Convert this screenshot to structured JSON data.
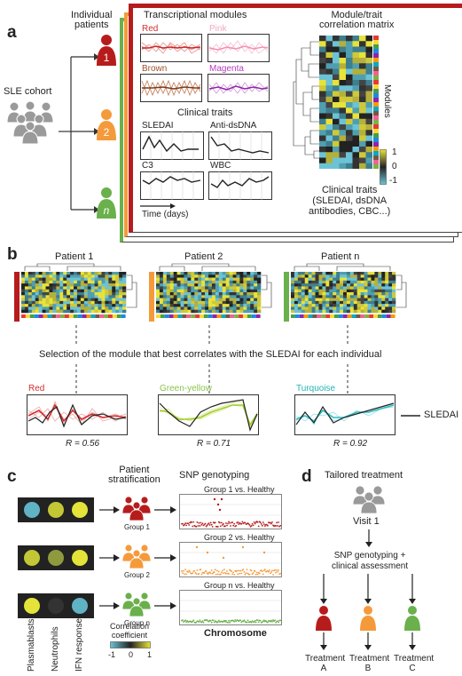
{
  "panel_a": {
    "letter": "a",
    "cohort_label": "SLE cohort",
    "patients_label": "Individual\npatients",
    "patient_ids": [
      "1",
      "2",
      "n"
    ],
    "modules_title": "Transcriptional modules",
    "modules": [
      {
        "name": "Red",
        "color": "#d32f2f"
      },
      {
        "name": "Pink",
        "color": "#f2a6c4"
      },
      {
        "name": "Brown",
        "color": "#a0522d"
      },
      {
        "name": "Magenta",
        "color": "#b73dbf"
      }
    ],
    "traits_title": "Clinical traits",
    "traits": [
      "SLEDAI",
      "Anti-dsDNA",
      "C3",
      "WBC"
    ],
    "time_label": "Time (days)",
    "matrix_title": "Module/trait\ncorrelation matrix",
    "modules_axis": "Modules",
    "scale_ticks": [
      "1",
      "0",
      "-1"
    ],
    "matrix_caption": "Clinical traits\n(SLEDAI, dsDNA\nantibodies, CBC...)"
  },
  "panel_b": {
    "letter": "b",
    "patients": [
      {
        "name": "Patient 1",
        "color": "#b71c1c"
      },
      {
        "name": "Patient 2",
        "color": "#f59a3b"
      },
      {
        "name": "Patient n",
        "color": "#6ab04c"
      }
    ],
    "selection_text": "Selection of the module that best correlates with the SLEDAI for each individual",
    "modules": [
      {
        "name": "Red",
        "color": "#d32f2f",
        "r": "R = 0.56"
      },
      {
        "name": "Green-yellow",
        "color": "#9ccc35",
        "r": "R = 0.71"
      },
      {
        "name": "Turquoise",
        "color": "#2bbcbc",
        "r": "R = 0.92"
      }
    ],
    "legend_label": "SLEDAI"
  },
  "panel_c": {
    "letter": "c",
    "stratification_label": "Patient\nstratification",
    "snp_title": "SNP genotyping",
    "groups": [
      {
        "name": "Group 1",
        "title": "Group 1 vs. Healthy",
        "color": "#b71c1c"
      },
      {
        "name": "Group 2",
        "title": "Group 2 vs. Healthy",
        "color": "#f59a3b"
      },
      {
        "name": "Group n",
        "title": "Group n vs. Healthy",
        "color": "#6ab04c"
      }
    ],
    "dot_colors": [
      [
        "#5fb3c4",
        "#c3c736",
        "#e3e33a"
      ],
      [
        "#c3c736",
        "#8f9a3e",
        "#e3e33a"
      ],
      [
        "#e3e33a",
        "#333333",
        "#5fb3c4"
      ]
    ],
    "axis_labels": [
      "Plasmablasts",
      "Neutrophils",
      "IFN response"
    ],
    "scale_title": "Correlation\ncoefficient",
    "scale_ticks": [
      "-1",
      "0",
      "1"
    ],
    "chromosome_label": "Chromosome"
  },
  "panel_d": {
    "letter": "d",
    "title": "Tailored treatment",
    "visit_label": "Visit 1",
    "assessment": "SNP genotyping +\nclinical assessment",
    "treatments": [
      {
        "line1": "Treatment",
        "line2": "A",
        "color": "#b71c1c"
      },
      {
        "line1": "Treatment",
        "line2": "B",
        "color": "#f59a3b"
      },
      {
        "line1": "Treatment",
        "line2": "C",
        "color": "#6ab04c"
      }
    ]
  }
}
